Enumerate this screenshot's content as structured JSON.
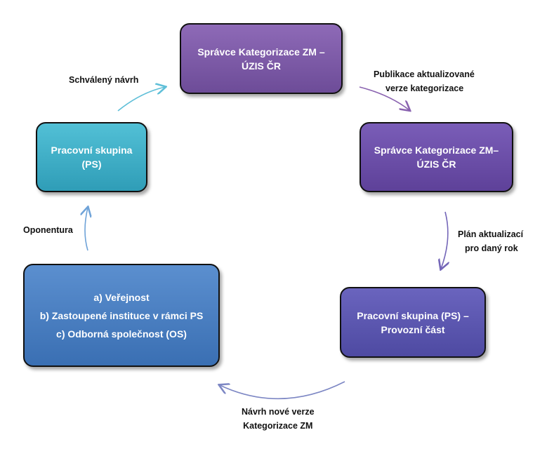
{
  "nodes": {
    "top": {
      "line1": "Správce Kategorizace ZM –",
      "line2": "ÚZIS ČR"
    },
    "right": {
      "line1": "Správce Kategorizace ZM–",
      "line2": "ÚZIS ČR"
    },
    "bottom_right": {
      "line1": "Pracovní skupina (PS) –",
      "line2": "Provozní část"
    },
    "bottom_left": {
      "line1": "a) Veřejnost",
      "line2": "b) Zastoupené instituce v rámci PS",
      "line3": "c) Odborná společnost (OS)"
    },
    "left": {
      "line1": "Pracovní skupina",
      "line2": "(PS)"
    }
  },
  "edges": {
    "top_to_right": {
      "line1": "Publikace aktualizované",
      "line2": "verze kategorizace"
    },
    "right_to_bottom_right": {
      "line1": "Plán aktualizací",
      "line2": "pro daný rok"
    },
    "bottom_right_to_bottom_left": {
      "line1": "Návrh nové verze",
      "line2": "Kategorizace ZM"
    },
    "bottom_left_to_left": {
      "line1": "Oponentura"
    },
    "left_to_top": {
      "line1": "Schválený návrh"
    }
  },
  "colors": {
    "top": "#7a58a8",
    "right": "#6b4fab",
    "bottom_right": "#5a56b0",
    "left": "#3fb0c8",
    "bottom_left": "#4a7fc1"
  }
}
